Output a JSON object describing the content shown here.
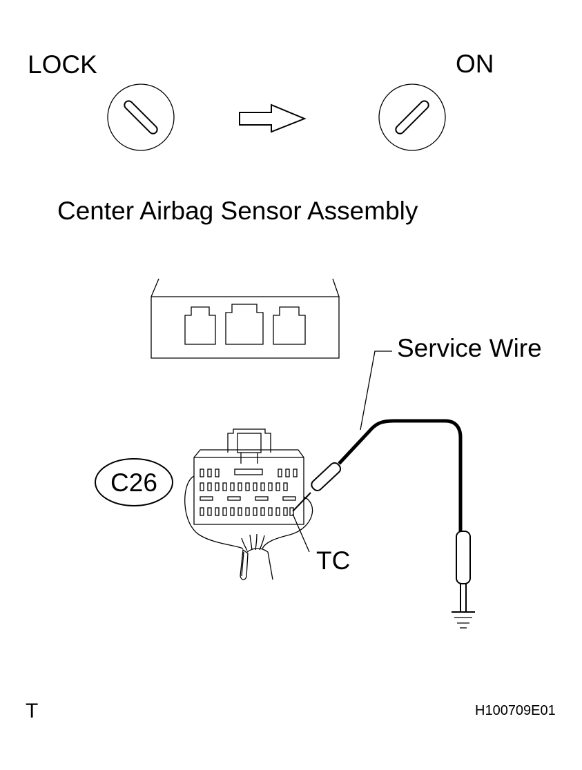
{
  "switch": {
    "lock_label": "LOCK",
    "on_label": "ON"
  },
  "title": "Center Airbag Sensor Assembly",
  "connector": {
    "code": "C26",
    "terminal_label": "TC"
  },
  "service_wire_label": "Service Wire",
  "footer": {
    "left": "T",
    "right": "H100709E01"
  }
}
